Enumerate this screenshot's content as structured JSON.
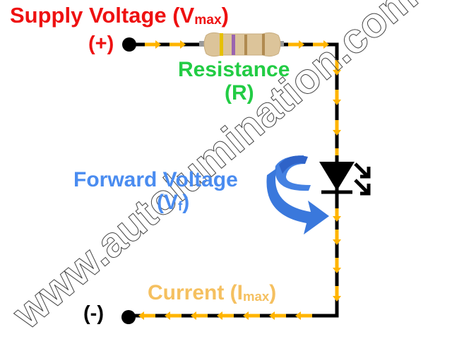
{
  "diagram": {
    "supply_voltage": {
      "text": "Supply Voltage (V",
      "sub": "max",
      "close": ")"
    },
    "positive_terminal": "(+)",
    "negative_terminal": "(-)",
    "resistance": {
      "label": "Resistance",
      "symbol": "(R)"
    },
    "forward_voltage": {
      "label": "Forward Voltage",
      "symbol_open": "(V",
      "sub": "f",
      "close": ")"
    },
    "current": {
      "text": "Current (I",
      "sub": "max",
      "close": ")"
    },
    "watermark": "www.autolumination.com",
    "colors": {
      "supply": "#ee1111",
      "resistance": "#22cc44",
      "forward_voltage": "#4a8cf0",
      "current": "#f5c060",
      "arrow": "#ffb400",
      "wire": "#000000"
    }
  }
}
